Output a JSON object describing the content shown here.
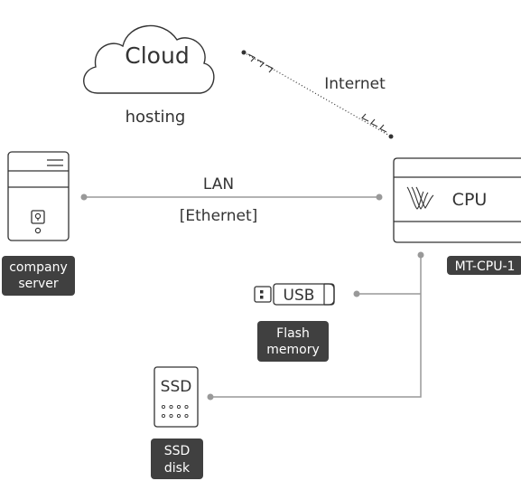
{
  "cloud": {
    "title": "Cloud",
    "subtitle": "hosting"
  },
  "links": {
    "internet": "Internet",
    "lan": "LAN",
    "lan_protocol": "[Ethernet]"
  },
  "cpu_unit": {
    "label": "CPU",
    "model_badge": "MT-CPU-1"
  },
  "company_server": {
    "badge_line1": "company",
    "badge_line2": "server"
  },
  "usb": {
    "label": "USB",
    "badge_line1": "Flash",
    "badge_line2": "memory"
  },
  "ssd": {
    "label": "SSD",
    "badge_line1": "SSD",
    "badge_line2": "disk"
  },
  "colors": {
    "stroke": "#333333",
    "line": "#999999",
    "badge_bg": "#404040",
    "badge_text": "#ffffff"
  }
}
